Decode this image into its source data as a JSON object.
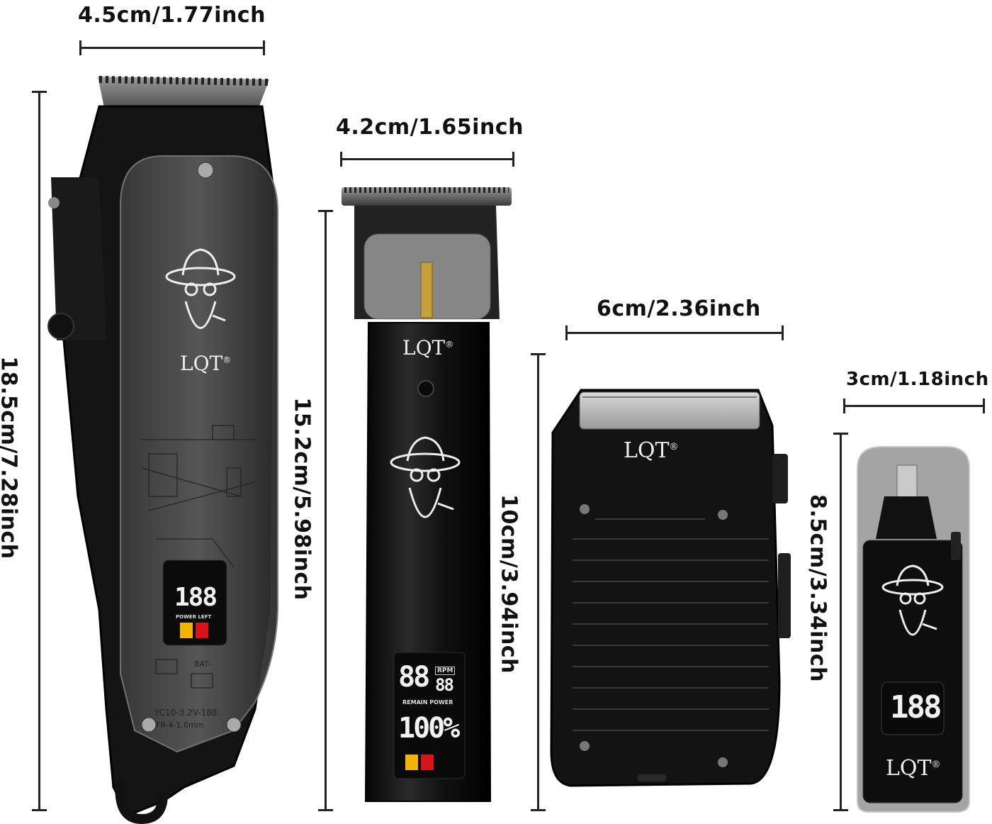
{
  "dimensions": {
    "clipper_width": "4.5cm/1.77inch",
    "clipper_height": "18.5cm/7.28inch",
    "trimmer_width": "4.2cm/1.65inch",
    "trimmer_height": "15.2cm/5.98inch",
    "shaver_width": "6cm/2.36inch",
    "shaver_height": "10cm/3.94inch",
    "nose_width": "3cm/1.18inch",
    "nose_height": "8.5cm/3.34inch"
  },
  "brand": {
    "name": "LQT",
    "mark": "®"
  },
  "clipper": {
    "display": "188",
    "power_label": "POWER LEFT",
    "model_text": "YC10-3.2V-188",
    "resistor_text": "FR-4-1.0mm",
    "bat_label": "BAT-"
  },
  "trimmer": {
    "display_top": "88",
    "display_small": "88",
    "rpm_label": "RPM",
    "remain_label": "REMAIN POWER",
    "percent": "100%"
  },
  "nose_trimmer": {
    "display": "188"
  },
  "colors": {
    "device_black": "#151515",
    "display_white": "#f2f2f2",
    "indicator_yellow": "#f2b400",
    "indicator_red": "#d6141a"
  }
}
